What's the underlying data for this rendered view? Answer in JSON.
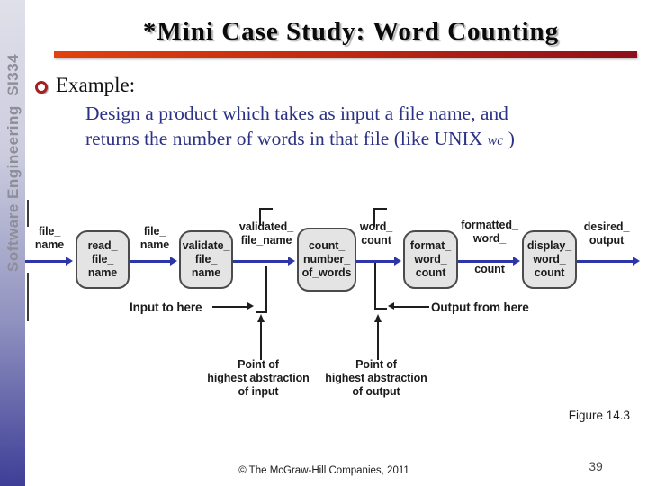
{
  "slide": {
    "sidebar_text": "Software Engineering  SI334",
    "title": "*Mini Case Study: Word Counting",
    "bullet_label": "Example:",
    "body": {
      "line1": "Design a product which takes as input a file name, and",
      "line2_before": "returns the number of words in that file (like UNIX ",
      "line2_code": "wc",
      "line2_after": " )"
    },
    "figure_caption": "Figure 14.3",
    "footer_copyright": "© The McGraw-Hill Companies, 2011",
    "page_number": "39"
  },
  "diagram": {
    "type": "data-flow-diagram",
    "boxes": [
      {
        "id": "read-file-name",
        "lines": [
          "read_",
          "file_",
          "name"
        ]
      },
      {
        "id": "validate-file-name",
        "lines": [
          "validate_",
          "file_",
          "name"
        ]
      },
      {
        "id": "count-number-of-words",
        "lines": [
          "count_",
          "number_",
          "of_words"
        ]
      },
      {
        "id": "format-word-count",
        "lines": [
          "format_",
          "word_",
          "count"
        ]
      },
      {
        "id": "display-word-count",
        "lines": [
          "display_",
          "word_",
          "count"
        ]
      }
    ],
    "flow_labels": [
      {
        "lines": [
          "file_",
          "name"
        ]
      },
      {
        "lines": [
          "file_",
          "name"
        ]
      },
      {
        "lines": [
          "validated_",
          "file_name"
        ]
      },
      {
        "lines": [
          "word_",
          "count"
        ]
      },
      {
        "lines": [
          "formatted_",
          "word_",
          "count"
        ]
      },
      {
        "lines": [
          "desired_",
          "output"
        ]
      }
    ],
    "annotations": {
      "input_pointer": "Input to here",
      "output_pointer": "Output from here",
      "input_abstraction_lines": [
        "Point of",
        "highest abstraction",
        "of input"
      ],
      "output_abstraction_lines": [
        "Point of",
        "highest abstraction",
        "of output"
      ]
    }
  },
  "colors": {
    "accent_bar_left": "#e2420e",
    "accent_bar_right": "#8d0f1b",
    "bullet_ring": "#a32020",
    "body_text": "#2b3184",
    "flow_arrow_blue": "#2d35a8",
    "box_fill": "#e4e4e4",
    "box_border": "#4b4b4b",
    "sidebar_gradient_top": "#e0e0ea",
    "sidebar_gradient_bottom": "#3e3e97",
    "sidebar_text": "#8e8e99"
  }
}
